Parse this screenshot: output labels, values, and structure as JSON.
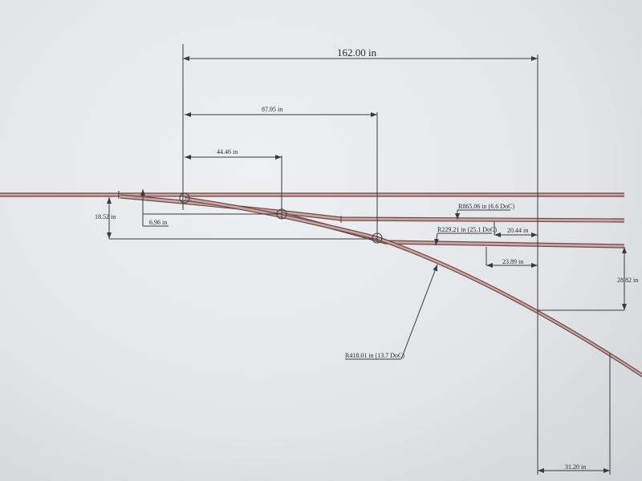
{
  "drawing": {
    "dimensions": {
      "overall_length": "162.00 in",
      "second_turnout": "87.95 in",
      "first_turnout": "44.46 in",
      "offset_total": "18.52 in",
      "offset_small": "6.96 in",
      "spacing_upper": "20.44 in",
      "spacing_lower": "23.89 in",
      "vertical_right": "28.82 in",
      "bottom_right": "31.20 in"
    },
    "radii": {
      "upper": "R865.06 in (6.6 DoC)",
      "middle": "R229.21 in (25.1 DoC)",
      "lower": "R418.01 in (13.7 DoC)"
    }
  }
}
